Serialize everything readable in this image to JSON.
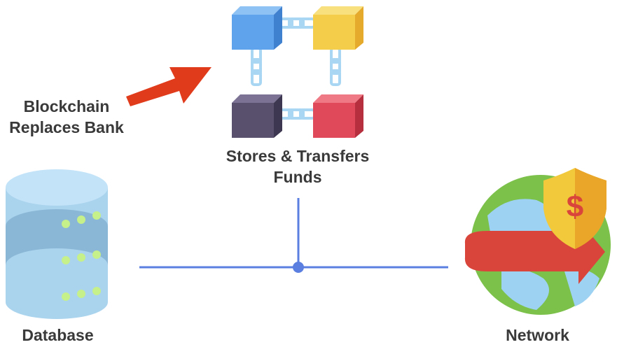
{
  "callout": {
    "line1": "Blockchain",
    "line2": "Replaces Bank"
  },
  "blockchain": {
    "caption_line1": "Stores & Transfers",
    "caption_line2": "Funds",
    "block_colors": [
      "#5fa3ec",
      "#f4cd4a",
      "#58506d",
      "#e0495a"
    ]
  },
  "database": {
    "label": "Database"
  },
  "network": {
    "label": "Network",
    "shield_symbol": "$"
  },
  "connector": {
    "color": "#5b7fe0"
  },
  "arrow": {
    "color": "#e03b1b"
  }
}
